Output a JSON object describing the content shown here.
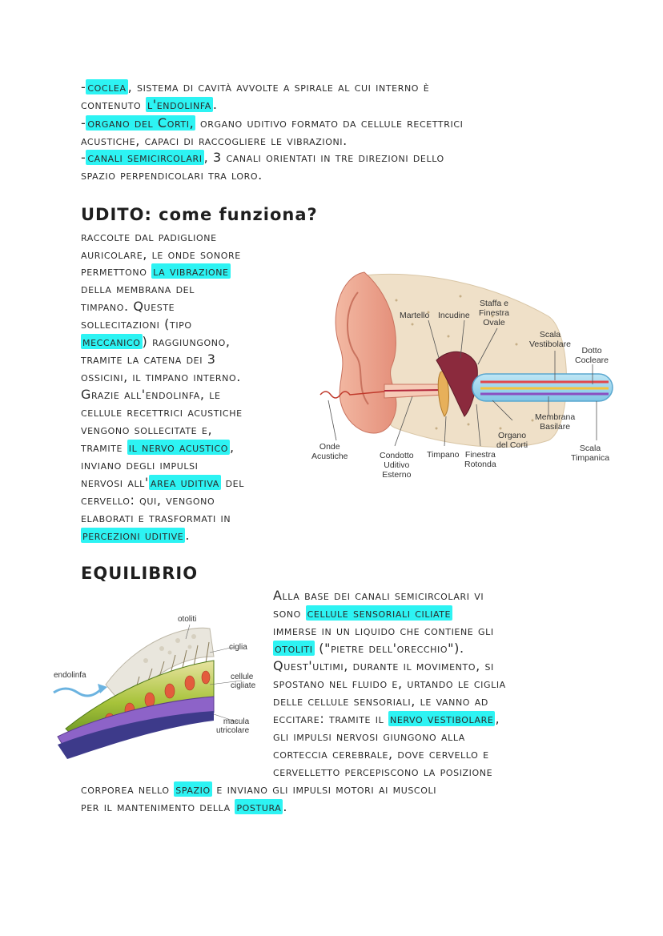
{
  "intro": {
    "l1a": "-",
    "l1b": "coclea",
    "l1c": ", sistema di cavità avvolte a spirale al cui interno è",
    "l2a": "contenuto ",
    "l2b": "l'endolinfa",
    "l2c": ".",
    "l3a": "-",
    "l3b": "organo del Corti,",
    "l3c": " organo uditivo formato da cellule recettrici",
    "l4": "acustiche, capaci di raccogliere le vibrazioni.",
    "l5a": "-",
    "l5b": "canali semicircolari",
    "l5c": ", 3 canali orientati in tre direzioni dello",
    "l6": "spazio perpendicolari tra loro."
  },
  "udito": {
    "heading": "UDITO: come funziona?",
    "t1": "raccolte dal padiglione",
    "t2": "auricolare, le onde sonore",
    "t3a": "permettono ",
    "t3b": "la vibrazione",
    "t4": "della membrana del",
    "t5": "timpano. Queste",
    "t6": "sollecitazioni (tipo",
    "t7a": "meccanico",
    "t7b": ") raggiungono,",
    "t8": "tramite la catena dei 3",
    "t9": "ossicini, il timpano interno.",
    "t10": "Grazie all'endolinfa, le",
    "t11": "cellule recettrici acustiche",
    "t12": "vengono sollecitate e,",
    "t13a": "tramite ",
    "t13b": "il nervo acustico",
    "t13c": ",",
    "t14": "inviano degli impulsi",
    "t15a": "nervosi all'",
    "t15b": "area uditiva",
    "t15c": " del",
    "t16": "cervello: qui, vengono",
    "t17": "elaborati e trasformati in",
    "t18a": "percezioni uditive",
    "t18b": "."
  },
  "ear_labels": {
    "staffa": "Staffa e",
    "finestra_ovale_1": "Finestra",
    "finestra_ovale_2": "Ovale",
    "martello": "Martello",
    "incudine": "Incudine",
    "scala_vest_1": "Scala",
    "scala_vest_2": "Vestibolare",
    "dotto_1": "Dotto",
    "dotto_2": "Cocleare",
    "membrana_1": "Membrana",
    "membrana_2": "Basilare",
    "organo_1": "Organo",
    "organo_2": "del Corti",
    "onde_1": "Onde",
    "onde_2": "Acustiche",
    "condotto_1": "Condotto",
    "condotto_2": "Uditivo",
    "condotto_3": "Esterno",
    "timpano": "Timpano",
    "finestra_rot_1": "Finestra",
    "finestra_rot_2": "Rotonda",
    "scala_timp_1": "Scala",
    "scala_timp_2": "Timpanica"
  },
  "equilibrio": {
    "heading": "EQUILIBRIO",
    "e1": "Alla base dei canali semicircolari vi",
    "e2a": "sono ",
    "e2b": "cellule sensoriali ciliate",
    "e3": "immerse in un liquido che contiene gli",
    "e4a": "otoliti",
    "e4b": " (\"pietre dell'orecchio\").",
    "e5": "Quest'ultimi, durante il movimento, si",
    "e6": "spostano nel fluido e, urtando le ciglia",
    "e7": "delle cellule sensoriali, le vanno ad",
    "e8a": "eccitare: tramite il ",
    "e8b": "nervo vestibolare",
    "e8c": ",",
    "e9": "gli impulsi nervosi giungono alla",
    "e10": "corteccia cerebrale, dove cervello e",
    "e11": "cervelletto percepiscono la posizione",
    "e12a": "corporea nello ",
    "e12b": "spazio",
    "e12c": " e inviano gli impulsi motori ai muscoli",
    "e13a": "per il mantenimento della ",
    "e13b": "postura",
    "e13c": "."
  },
  "macula_labels": {
    "otoliti": "otoliti",
    "ciglia": "ciglia",
    "endolinfa": "endolinfa",
    "cellule_1": "cellule",
    "cellule_2": "cigliate",
    "macula_1": "macula",
    "macula_2": "utricolare"
  },
  "colors": {
    "highlight": "#2df3f3"
  }
}
